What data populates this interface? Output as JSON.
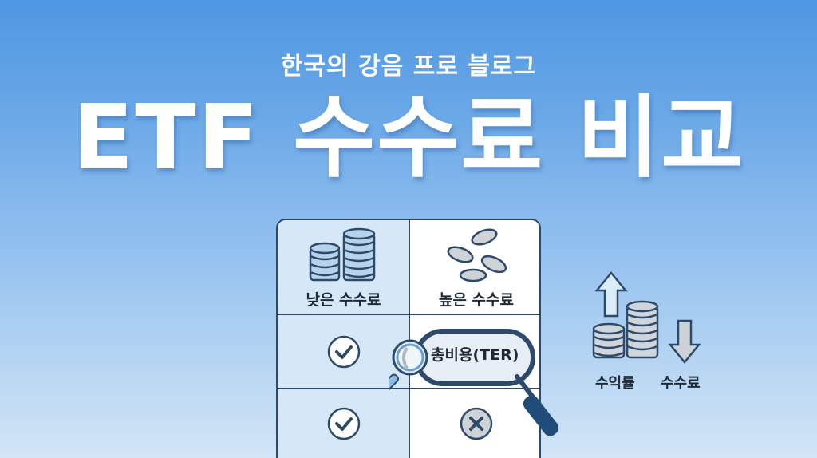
{
  "header": {
    "subtitle": "한국의 강음 프로 블로그",
    "title": "ETF 수수료 비교"
  },
  "comparison_table": {
    "columns": [
      {
        "label": "낮은 수수료",
        "icon": "coin-stacks-icon"
      },
      {
        "label": "높은 수수료",
        "icon": "scattered-coins-icon"
      }
    ],
    "rows": [
      {
        "low": "check",
        "high": "ter-callout"
      },
      {
        "low": "check",
        "high": "cross"
      }
    ],
    "callout": "총비용(TER)"
  },
  "side_panel": {
    "returns_label": "수익률",
    "fees_label": "수수료",
    "returns_direction": "up",
    "fees_direction": "down"
  },
  "colors": {
    "navy": "#2d4a6b",
    "light_blue_cell": "#d6e8f7",
    "coin_blue": "#b7d3ec",
    "coin_gray": "#cfd3d6",
    "text_dark": "#1f2a36"
  }
}
